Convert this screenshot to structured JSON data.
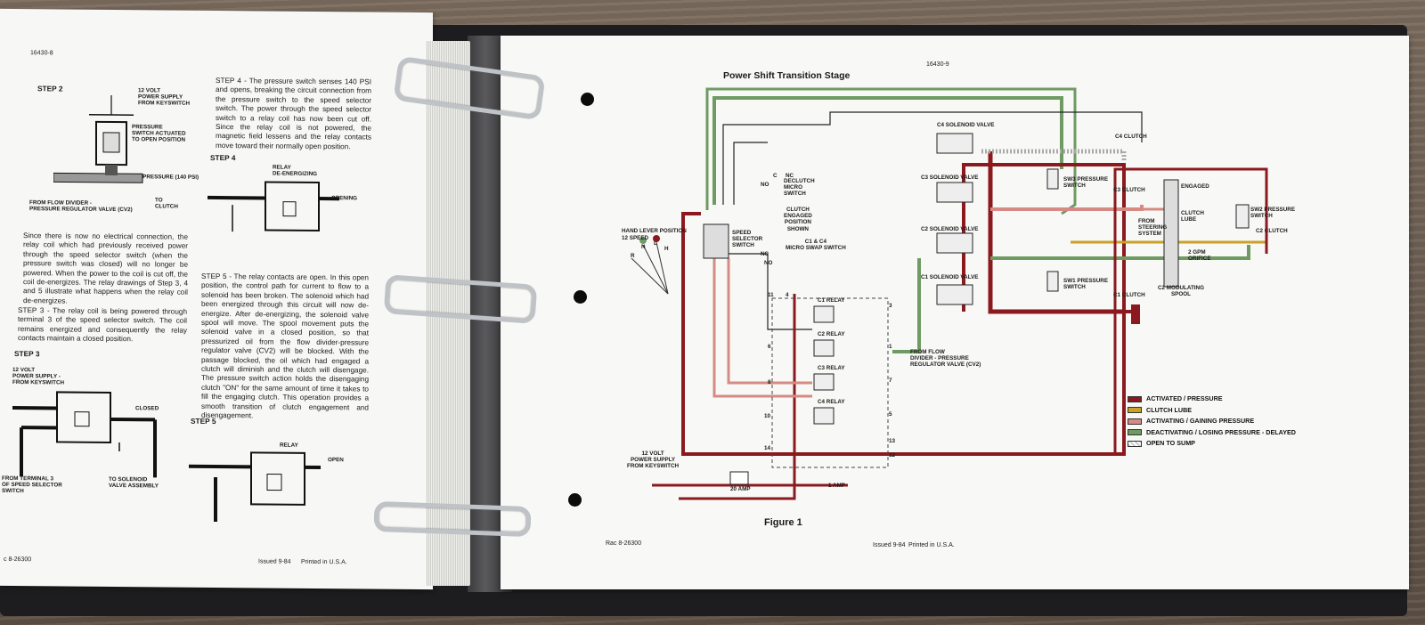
{
  "left_page": {
    "page_number": "16430-8",
    "step2_heading": "STEP 2",
    "step2_label_power": "12 VOLT\nPOWER SUPPLY\nFROM KEYSWITCH",
    "step2_label_switch": "PRESSURE\nSWITCH ACTUATED\nTO OPEN POSITION",
    "step2_label_oil": "OIL PRESSURE (140 PSI)",
    "step2_label_from": "FROM FLOW DIVIDER -\nPRESSURE REGULATOR VALVE (CV2)",
    "step2_label_to": "TO\nCLUTCH",
    "para_left_1": "Since there is now no electrical connection, the relay coil which had previously received power through the speed selector switch (when the pressure switch was closed) will no longer be powered. When the power to the coil is cut off, the coil de-energizes. The relay drawings of Step 3, 4 and 5 illustrate what happens when the relay coil de-energizes.",
    "para_left_2": "STEP 3 - The relay coil is being powered through terminal 3 of the speed selector switch. The coil remains energized and consequently the relay contacts maintain a closed position.",
    "step3_heading": "STEP 3",
    "step3_label_power": "12 VOLT\nPOWER SUPPLY -\nFROM KEYSWITCH",
    "step3_label_closed": "CLOSED",
    "step3_label_from": "FROM TERMINAL 3\nOF SPEED SELECTOR\nSWITCH",
    "step3_label_to": "TO SOLENOID\nVALVE ASSEMBLY",
    "para_step4": "STEP 4 - The pressure switch senses 140 PSI and opens, breaking the circuit connection from the pressure switch to the speed selector switch. The power through the speed selector switch to a relay coil has now been cut off. Since the relay coil is not powered, the magnetic field lessens and the relay contacts move toward their normally open position.",
    "step4_heading": "STEP 4",
    "step4_label_relay": "RELAY\nDE-ENERGIZING",
    "step4_label_opening": "OPENING",
    "para_step5": "STEP 5 - The relay contacts are open. In this open position, the control path for current to flow to a solenoid has been broken. The solenoid which had been energized through this circuit will now de-energize. After de-energizing, the solenoid valve spool will move. The spool movement puts the solenoid valve in a closed position, so that pressurized oil from the flow divider-pressure regulator valve (CV2) will be blocked. With the passage blocked, the oil which had engaged a clutch will diminish and the clutch will disengage. The pressure switch action holds the disengaging clutch \"ON\" for the same amount of time it takes to fill the engaging clutch. This operation provides a smooth transition of clutch engagement and disengagement.",
    "step5_heading": "STEP 5",
    "step5_label_relay": "RELAY",
    "step5_label_open": "OPEN",
    "footer_rac": "c 8-26300",
    "footer_issued": "Issued 9-84",
    "footer_printed": "Printed in U.S.A."
  },
  "right_page": {
    "page_number": "16430-9",
    "title": "Power Shift Transition Stage",
    "figure_caption": "Figure 1",
    "footer_rac": "Rac 8-26300",
    "footer_issued": "Issued 9-84",
    "footer_printed": "Printed in U.S.A.",
    "labels": {
      "c4_solenoid": "C4 SOLENOID VALVE",
      "c3_solenoid": "C3 SOLENOID VALVE",
      "c2_solenoid": "C2 SOLENOID VALVE",
      "c1_solenoid": "C1 SOLENOID VALVE",
      "c4_clutch": "C4 CLUTCH",
      "c3_clutch": "C3 CLUTCH",
      "c2_clutch": "C2 CLUTCH",
      "c1_clutch": "C1 CLUTCH",
      "sw3": "SW3 PRESSURE\nSWITCH",
      "sw2": "SW2 PRESSURE\nSWITCH",
      "sw1": "SW1 PRESSURE\nSWITCH",
      "declutch": "DECLUTCH\nMICRO\nSWITCH",
      "clutch_engaged": "CLUTCH\nENGAGED\nPOSITION\nSHOWN",
      "speed_selector": "SPEED\nSELECTOR\nSWITCH",
      "hand_lever": "HAND LEVER POSITION",
      "speed_12": "12 SPEED",
      "micro_swap": "C1 & C4\nMICRO SWAP SWITCH",
      "c1_relay": "C1 RELAY",
      "c2_relay": "C2 RELAY",
      "c3_relay": "C3 RELAY",
      "c4_relay": "C4 RELAY",
      "flow_divider": "FROM FLOW\nDIVIDER - PRESSURE\nREGULATOR VALVE (CV2)",
      "engaged": "ENGAGED",
      "from_steering": "FROM\nSTEERING\nSYSTEM",
      "clutch_lube": "CLUTCH\nLUBE",
      "gpm_orifice": "2 GPM\nORIFICE",
      "modulating_spool": "C2 MODULATING\nSPOOL",
      "power_supply": "12 VOLT\nPOWER SUPPLY\nFROM KEYSWITCH",
      "amp20": "20 AMP",
      "amp1": "1 AMP",
      "nc": "NC",
      "no": "NO",
      "c": "C",
      "r": "R",
      "n": "N",
      "l": "L",
      "h": "H"
    },
    "legend": [
      {
        "label": "ACTIVATED / PRESSURE",
        "color": "#8b1a1f"
      },
      {
        "label": "CLUTCH LUBE",
        "color": "#c9a227"
      },
      {
        "label": "ACTIVATING / GAINING PRESSURE",
        "color": "#d58b83"
      },
      {
        "label": "DEACTIVATING / LOSING PRESSURE - DELAYED",
        "color": "#6f9a62"
      },
      {
        "label": "OPEN TO SUMP",
        "color": "#cfcfcf"
      }
    ],
    "wire_numbers": [
      "11",
      "4",
      "3",
      "6",
      "1",
      "8",
      "7",
      "10",
      "5",
      "14",
      "13",
      "12"
    ]
  }
}
